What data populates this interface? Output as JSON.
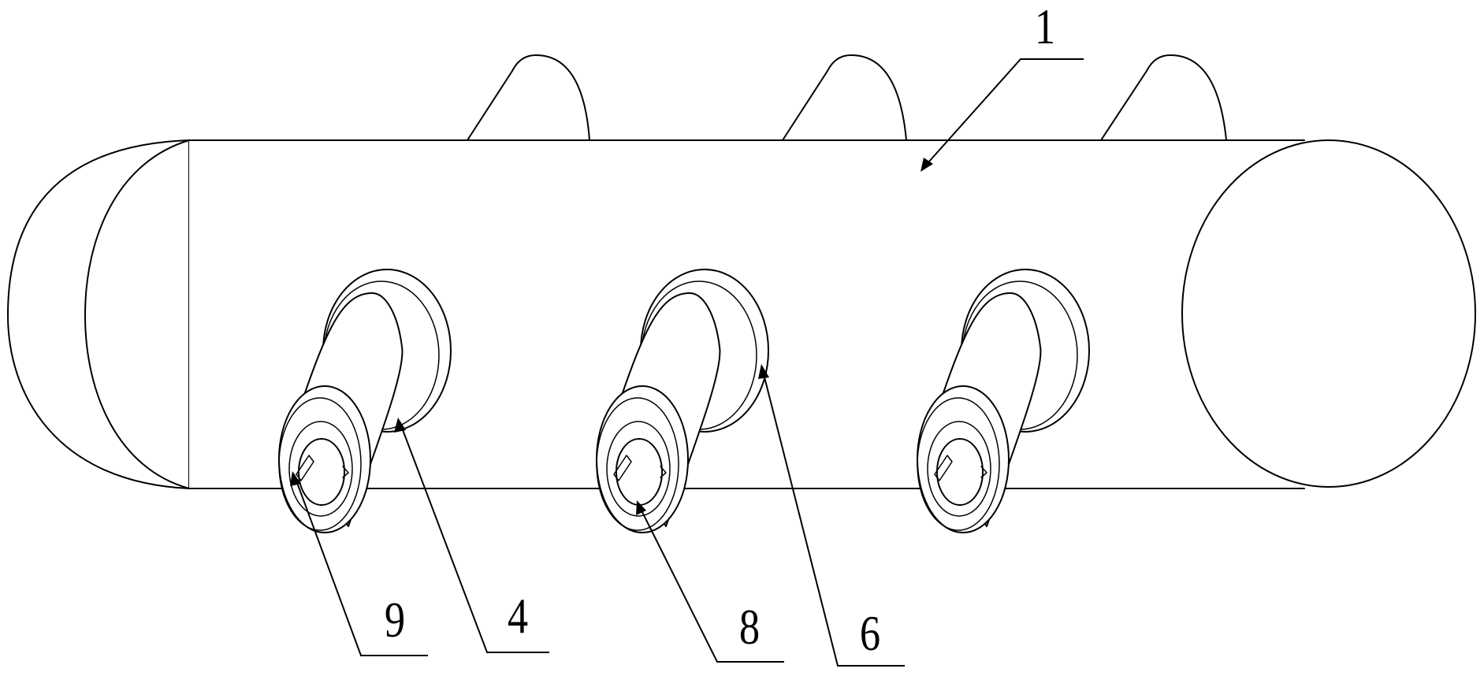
{
  "callouts": {
    "c1": "1",
    "c4": "4",
    "c6": "6",
    "c8": "8",
    "c9": "9"
  },
  "colors": {
    "line": "#000000",
    "background": "#ffffff"
  }
}
